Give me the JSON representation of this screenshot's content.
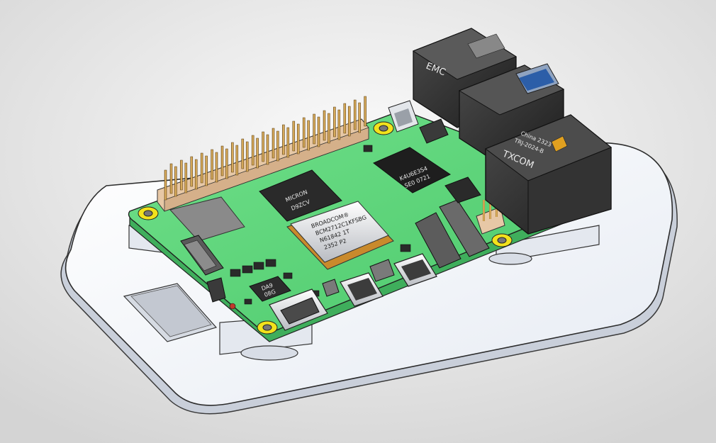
{
  "scene": {
    "background_gradient": [
      "#f7f7f7",
      "#d9d9d9"
    ],
    "base_color": "#eef2f8",
    "pcb_color": "#5ed27a",
    "pad_color": "#f2e21c"
  },
  "labels": {
    "soc_line1": "BROADCOM®",
    "soc_line2": "BCM2712C1KFSBG",
    "soc_line3": "N61842 1T",
    "soc_line4": "2352 P2",
    "ram_line1": "MICRON",
    "ram_line2": "D9ZCV",
    "emmc_line1": "K4U6E3S4",
    "emmc_line2": "SE0 0721",
    "eth_brand": "TXCOM",
    "eth_line1": "TRJ-2024-B",
    "eth_line2": "China 2323",
    "usb_brand": "EMC",
    "pmic_line1": "DA9",
    "pmic_line2": "08G"
  }
}
